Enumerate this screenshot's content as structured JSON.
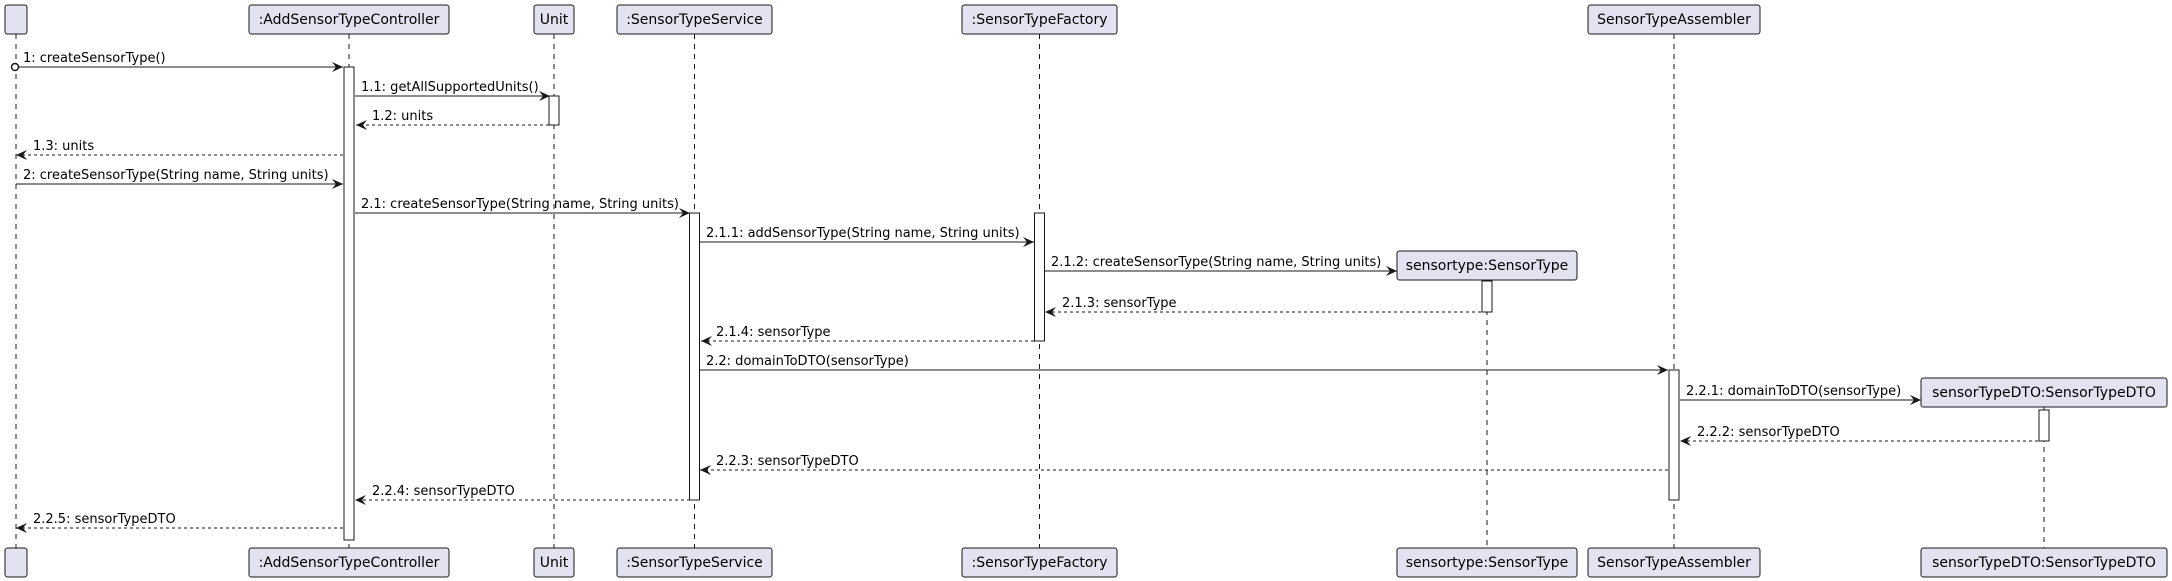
{
  "participants": [
    {
      "id": "actor",
      "label": ""
    },
    {
      "id": "ctrl",
      "label": ":AddSensorTypeController"
    },
    {
      "id": "unit",
      "label": "Unit"
    },
    {
      "id": "svc",
      "label": ":SensorTypeService"
    },
    {
      "id": "fac",
      "label": ":SensorTypeFactory"
    },
    {
      "id": "st",
      "label": "sensortype:SensorType"
    },
    {
      "id": "asm",
      "label": "SensorTypeAssembler"
    },
    {
      "id": "dto",
      "label": "sensorTypeDTO:SensorTypeDTO"
    }
  ],
  "messages": [
    {
      "from": "actor",
      "to": "ctrl",
      "label": "1: createSensorType()",
      "type": "sync",
      "found": true
    },
    {
      "from": "ctrl",
      "to": "unit",
      "label": "1.1: getAllSupportedUnits()",
      "type": "sync"
    },
    {
      "from": "unit",
      "to": "ctrl",
      "label": "1.2: units",
      "type": "reply"
    },
    {
      "from": "ctrl",
      "to": "actor",
      "label": "1.3: units",
      "type": "reply"
    },
    {
      "from": "actor",
      "to": "ctrl",
      "label": "2: createSensorType(String name, String units)",
      "type": "sync"
    },
    {
      "from": "ctrl",
      "to": "svc",
      "label": "2.1: createSensorType(String name, String units)",
      "type": "sync"
    },
    {
      "from": "svc",
      "to": "fac",
      "label": "2.1.1: addSensorType(String name, String units)",
      "type": "sync"
    },
    {
      "from": "fac",
      "to": "st",
      "label": "2.1.2: createSensorType(String name, String units)",
      "type": "create"
    },
    {
      "from": "st",
      "to": "fac",
      "label": "2.1.3: sensorType",
      "type": "reply"
    },
    {
      "from": "fac",
      "to": "svc",
      "label": "2.1.4: sensorType",
      "type": "reply"
    },
    {
      "from": "svc",
      "to": "asm",
      "label": "2.2: domainToDTO(sensorType)",
      "type": "sync"
    },
    {
      "from": "asm",
      "to": "dto",
      "label": "2.2.1: domainToDTO(sensorType)",
      "type": "create"
    },
    {
      "from": "dto",
      "to": "asm",
      "label": "2.2.2: sensorTypeDTO",
      "type": "reply"
    },
    {
      "from": "asm",
      "to": "svc",
      "label": "2.2.3: sensorTypeDTO",
      "type": "reply"
    },
    {
      "from": "svc",
      "to": "ctrl",
      "label": "2.2.4: sensorTypeDTO",
      "type": "reply"
    },
    {
      "from": "ctrl",
      "to": "actor",
      "label": "2.2.5: sensorTypeDTO",
      "type": "reply"
    }
  ],
  "colors": {
    "participant_fill": "#E2E2F0",
    "participant_border": "#181818",
    "lifeline": "#181818",
    "activation_fill": "#FFFFFF"
  }
}
